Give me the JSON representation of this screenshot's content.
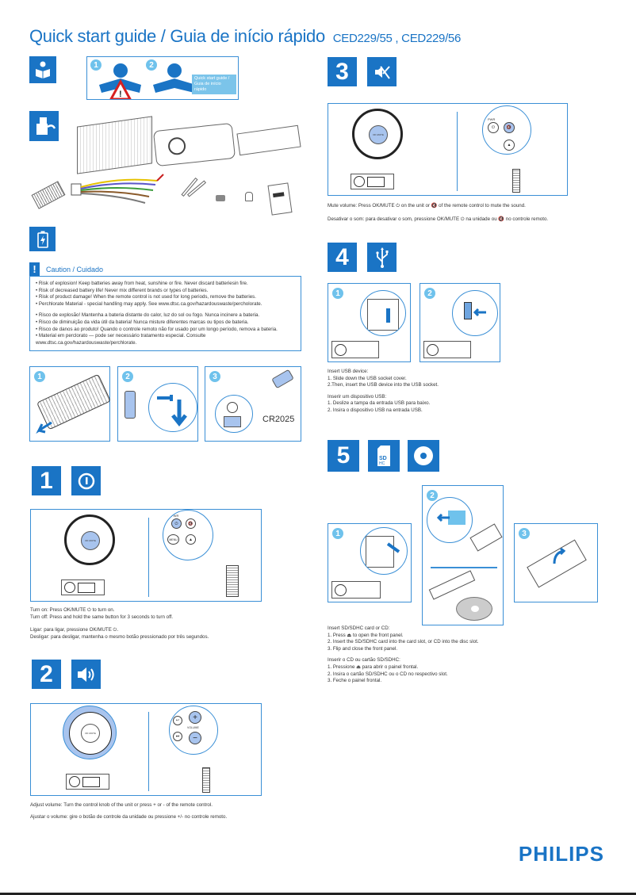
{
  "header": {
    "title": "Quick start guide / Guia de início rápido",
    "models": "CED229/55 , CED229/56"
  },
  "intro": {
    "icon": "reading-person-icon",
    "steps": [
      "1",
      "2"
    ],
    "caption": "Quick start guide / Guia de início rápido",
    "warning_icon": "warning-triangle-icon"
  },
  "box_contents": {
    "icon": "open-box-icon",
    "items": [
      "car-stereo-unit",
      "front-panel",
      "panel-case",
      "remote-control",
      "iso-wire-harness",
      "release-keys",
      "screws",
      "rubber-bush",
      "user-manual"
    ]
  },
  "battery": {
    "icon": "battery-charge-icon",
    "caution_title": "Caution / Cuidado",
    "caution_en": [
      "• Risk of explosion! Keep batteries away from heat, sunshine or fire. Never discard batteriesin fire.",
      "• Risk of decreased battery life! Never mix different brands or types of batteries.",
      "• Risk of product damage! When the remote control is not used for long periods, remove the batteries.",
      "• Perchlorate Material - special handling may apply. See www.dtsc.ca.gov/hazardouswaste/percholorate."
    ],
    "caution_pt": [
      "• Risco de explosão! Mantenha a bateria distante do calor, luz do sol ou fogo. Nunca incinere a bateria.",
      "• Risco de diminuição da vida útil da bateria! Nunca misture diferentes marcas ou tipos de bateria.",
      "• Risco de danos ao produto! Quando o controle remoto não for usado por um longo período, remova a bateria.",
      "• Material em perclorato — pode ser necessário tratamento especial. Consulte",
      "  www.dtsc.ca.gov/hazardouswaste/perchlorate."
    ],
    "steps": [
      "1",
      "2",
      "3"
    ],
    "battery_type": "CR2025"
  },
  "step1": {
    "number": "1",
    "icon": "power-icon",
    "knob_label": "OK MUTE",
    "pwr_label": "PWR",
    "menu_label": "MENU",
    "text_en_1": "Turn on: Press OK/MUTE ⏻ to turn on.",
    "text_en_2": "Turn off: Press and hold the same button for 3 seconds to turn off.",
    "text_pt_1": "Ligar: para ligar, pressione OK/MUTE ⏻.",
    "text_pt_2": "Desligar: para desligar, mantenha o mesmo botão pressionado por três segundos."
  },
  "step2": {
    "number": "2",
    "icon": "speaker-volume-icon",
    "volume_label": "VOLUME",
    "plus": "+",
    "minus": "−",
    "text_en": "Adjust volume: Turn the control knob of the unit or press + or - of the remote control.",
    "text_pt": "Ajustar o volume: gire o botão de controle da unidade ou pressione +/- no controle remoto."
  },
  "step3": {
    "number": "3",
    "icon": "mute-speaker-icon",
    "pwr_label": "PWR",
    "text_en": "Mute volume: Press OK/MUTE ⏻ on the unit or 🔇 of the remote control to mute the sound.",
    "text_pt": "Desativar o som: para desativar o som, pressione OK/MUTE ⏻ na unidade ou 🔇 no controle remoto."
  },
  "step4": {
    "number": "4",
    "icon": "usb-icon",
    "sub_steps": [
      "1",
      "2"
    ],
    "text_en_title": "Insert USB device:",
    "text_en": [
      "1. Slide down the USB socket cover.",
      "2.Then, insert the USB device into the USB socket."
    ],
    "text_pt_title": "Inserir um dispositivo USB:",
    "text_pt": [
      "1. Deslize a tampa da entrada USB para baixo.",
      "2. Insira o dispositivo USB na entrada USB."
    ]
  },
  "step5": {
    "number": "5",
    "icons": [
      "sdhc-card-icon",
      "disc-icon"
    ],
    "sub_steps": [
      "1",
      "2",
      "3"
    ],
    "text_en_title": "Insert SD/SDHC card or CD:",
    "text_en": [
      "1. Press ⏏ to open the front panel.",
      "2. Insert the SD/SDHC card into the card slot, or CD into the disc slot.",
      "3. Flip and close the front panel."
    ],
    "text_pt_title": "Inserir o CD ou cartão SD/SDHC:",
    "text_pt": [
      "1. Pressione ⏏ para abrir o painel frontal.",
      "2. Insira o cartão SD/SDHC ou o CD no respectivo slot.",
      "3. Feche o painel frontal."
    ]
  },
  "footer": {
    "brand": "PHILIPS"
  },
  "colors": {
    "brand_blue": "#1a74c5",
    "panel_border": "#3a8fd6",
    "badge": "#6fc2ec",
    "highlight": "#a8c4ee"
  }
}
